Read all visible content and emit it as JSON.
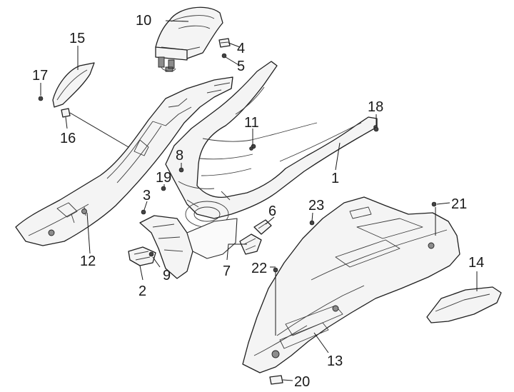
{
  "callouts": [
    {
      "id": "c1",
      "number": "1"
    },
    {
      "id": "c2",
      "number": "2"
    },
    {
      "id": "c3",
      "number": "3"
    },
    {
      "id": "c4",
      "number": "4"
    },
    {
      "id": "c5",
      "number": "5"
    },
    {
      "id": "c6",
      "number": "6"
    },
    {
      "id": "c7",
      "number": "7"
    },
    {
      "id": "c8",
      "number": "8"
    },
    {
      "id": "c9",
      "number": "9"
    },
    {
      "id": "c10",
      "number": "10"
    },
    {
      "id": "c11",
      "number": "11"
    },
    {
      "id": "c12",
      "number": "12"
    },
    {
      "id": "c13",
      "number": "13"
    },
    {
      "id": "c14",
      "number": "14"
    },
    {
      "id": "c15",
      "number": "15"
    },
    {
      "id": "c16",
      "number": "16"
    },
    {
      "id": "c17",
      "number": "17"
    },
    {
      "id": "c18",
      "number": "18"
    },
    {
      "id": "c19",
      "number": "19"
    },
    {
      "id": "c20",
      "number": "20"
    },
    {
      "id": "c21",
      "number": "21"
    },
    {
      "id": "c22",
      "number": "22"
    },
    {
      "id": "c23",
      "number": "23"
    }
  ]
}
